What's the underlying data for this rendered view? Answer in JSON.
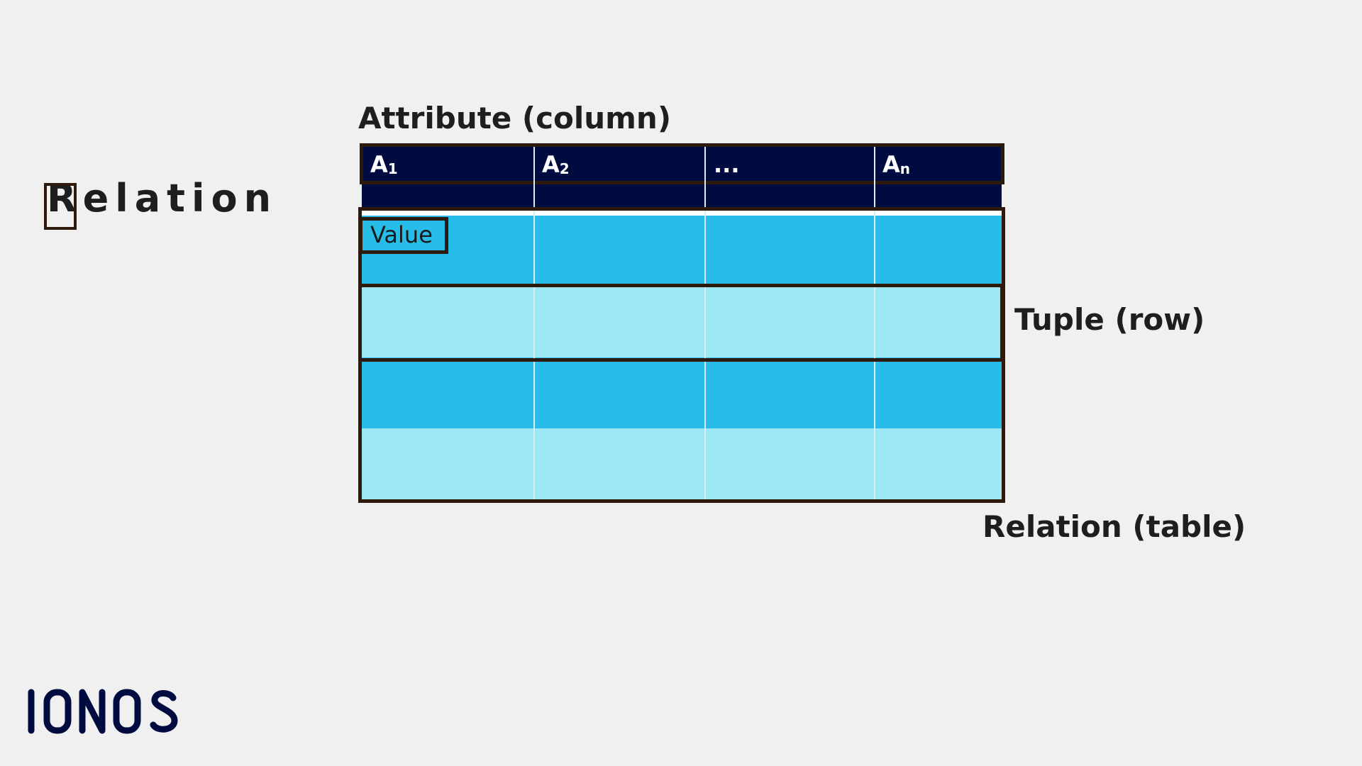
{
  "relation_title": "Relation",
  "labels": {
    "attribute": "Attribute (column)",
    "tuple": "Tuple (row)",
    "relation_table": "Relation (table)"
  },
  "header": {
    "cells": [
      {
        "main": "A",
        "sub": "1"
      },
      {
        "main": "A",
        "sub": "2"
      },
      {
        "main": "...",
        "sub": ""
      },
      {
        "main": "A",
        "sub": "n"
      }
    ]
  },
  "value_label": "Value",
  "logo": "IONOS",
  "colors": {
    "header_bg": "#000b40",
    "row_dark": "#27bde8",
    "row_light": "#9ee8f5",
    "border": "#2d1a0c",
    "background": "#f0f0f0"
  }
}
